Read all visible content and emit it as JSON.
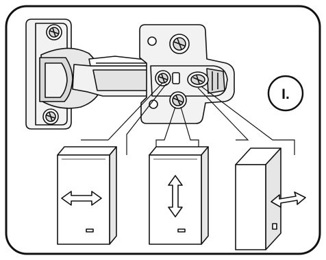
{
  "figure": {
    "step_label": "I.",
    "colors": {
      "line": "#111111",
      "panel_fill": "#ffffff",
      "metal_light": "#f2f2f2",
      "metal_mid": "#d9d9d9",
      "door_shade": "#e6e6e6"
    },
    "callouts": [
      {
        "name": "side-adjustment-door",
        "adjustment": "horizontal",
        "icon": "horizontal-double-arrow-icon"
      },
      {
        "name": "height-adjustment-door",
        "adjustment": "vertical",
        "icon": "vertical-double-arrow-icon"
      },
      {
        "name": "depth-adjustment-door",
        "adjustment": "depth",
        "icon": "depth-double-arrow-icon"
      }
    ]
  }
}
